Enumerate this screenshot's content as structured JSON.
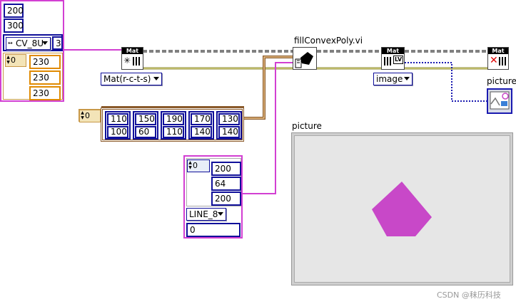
{
  "size_cluster": {
    "rows": "200",
    "cols": "300",
    "type_value": "CV_8U",
    "channels": "3",
    "index": "0",
    "color_values": [
      "230",
      "230",
      "230"
    ]
  },
  "mat_create_vi": {
    "header": "Mat",
    "combo_value": "Mat(r-c-t-s)"
  },
  "points_array": {
    "index": "0",
    "points": [
      {
        "x": "110",
        "y": "100"
      },
      {
        "x": "150",
        "y": "60"
      },
      {
        "x": "190",
        "y": "110"
      },
      {
        "x": "170",
        "y": "140"
      },
      {
        "x": "130",
        "y": "140"
      }
    ]
  },
  "fill_cluster": {
    "index": "0",
    "color_values": [
      "200",
      "64",
      "200"
    ],
    "line_type": "LINE_8",
    "shift": "0"
  },
  "fill_vi": {
    "label": "fillConvexPoly.vi"
  },
  "to_image_vi": {
    "header": "Mat",
    "badge": "LV",
    "combo_value": "image"
  },
  "release_vi": {
    "header": "Mat"
  },
  "picture_terminal": {
    "label": "picture"
  },
  "picture_indicator": {
    "label": "picture",
    "background": "#e6e6e6",
    "polygon_color": "#c848c8"
  },
  "watermark": "CSDN @秣历科技",
  "colors": {
    "pink_wire": "#d23fd2",
    "blue_wire": "#1a1ab0",
    "orange_wire": "#e08a00",
    "brown_wire": "#8a5a2a"
  }
}
